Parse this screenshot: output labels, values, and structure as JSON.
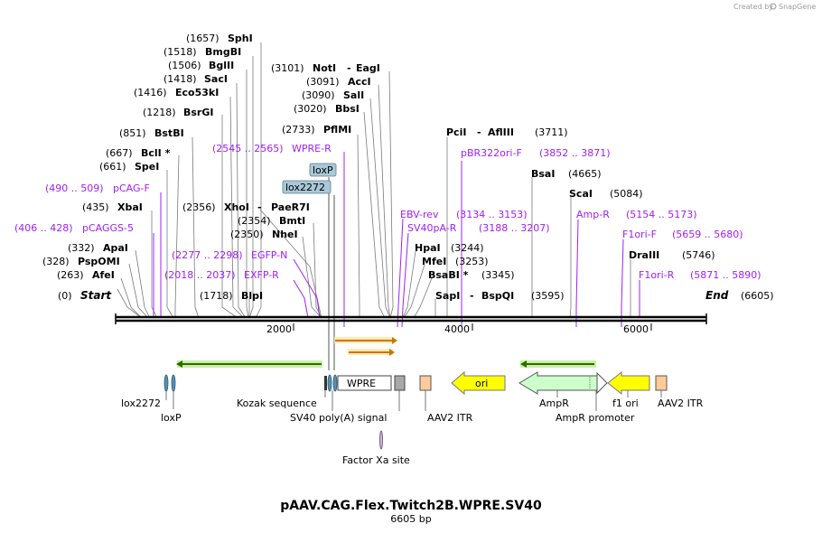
{
  "credit": {
    "prefix": "Created by",
    "app": "SnapGene"
  },
  "title": "pAAV.CAG.Flex.Twitch2B.WPRE.SV40",
  "subtitle": "6605 bp",
  "axis_ticks": [
    "2000",
    "4000",
    "6000"
  ],
  "markers": {
    "start": {
      "pos": "(0)",
      "name": "Start"
    },
    "end": {
      "name": "End",
      "pos": "(6605)"
    }
  },
  "enzymes_left": [
    {
      "pos": "(1657)",
      "name": "SphI"
    },
    {
      "pos": "(1518)",
      "name": "BmgBI"
    },
    {
      "pos": "(1506)",
      "name": "BglII"
    },
    {
      "pos": "(1418)",
      "name": "SacI"
    },
    {
      "pos": "(1416)",
      "name": "Eco53kI"
    },
    {
      "pos": "(1218)",
      "name": "BsrGI"
    },
    {
      "pos": "(851)",
      "name": "BstBI"
    },
    {
      "pos": "(667)",
      "name": "BclI *"
    },
    {
      "pos": "(661)",
      "name": "SpeI"
    },
    {
      "pos": "(435)",
      "name": "XbaI"
    },
    {
      "pos": "(332)",
      "name": "ApaI"
    },
    {
      "pos": "(328)",
      "name": "PspOMI"
    },
    {
      "pos": "(263)",
      "name": "AfeI"
    },
    {
      "pos": "(2356)",
      "name": "XhoI",
      "name2": "PaeR7I"
    },
    {
      "pos": "(2354)",
      "name": "BmtI"
    },
    {
      "pos": "(2350)",
      "name": "NheI"
    },
    {
      "pos": "(1718)",
      "name": "BlpI"
    }
  ],
  "enzymes_mid": [
    {
      "pos": "(3101)",
      "name": "NotI",
      "name2": "EagI"
    },
    {
      "pos": "(3091)",
      "name": "AccI"
    },
    {
      "pos": "(3090)",
      "name": "SalI"
    },
    {
      "pos": "(3020)",
      "name": "BbsI"
    },
    {
      "pos": "(2733)",
      "name": "PflMI"
    }
  ],
  "enzymes_right": [
    {
      "name": "PciI",
      "name2": "AflIII",
      "pos": "(3711)"
    },
    {
      "name": "BsaI",
      "pos": "(4665)"
    },
    {
      "name": "ScaI",
      "pos": "(5084)"
    },
    {
      "name": "HpaI",
      "pos": "(3244)"
    },
    {
      "name": "MfeI",
      "pos": "(3253)"
    },
    {
      "name": "BsaBI *",
      "pos": "(3345)"
    },
    {
      "name": "SapI",
      "name2": "BspQI",
      "pos": "(3595)"
    },
    {
      "name": "DraIII",
      "pos": "(5746)"
    }
  ],
  "primers": [
    {
      "range": "(490 .. 509)",
      "name": "pCAG-F"
    },
    {
      "range": "(406 .. 428)",
      "name": "pCAGGS-5"
    },
    {
      "range": "(2545 .. 2565)",
      "name": "WPRE-R"
    },
    {
      "range": "(2277 .. 2298)",
      "name": "EGFP-N"
    },
    {
      "range": "(2018 .. 2037)",
      "name": "EXFP-R"
    },
    {
      "name": "pBR322ori-F",
      "range": "(3852 .. 3871)"
    },
    {
      "name": "EBV-rev",
      "range": "(3134 .. 3153)"
    },
    {
      "name": "SV40pA-R",
      "range": "(3188 .. 3207)"
    },
    {
      "name": "Amp-R",
      "range": "(5154 .. 5173)"
    },
    {
      "name": "F1ori-F",
      "range": "(5659 .. 5680)"
    },
    {
      "name": "F1ori-R",
      "range": "(5871 .. 5890)"
    }
  ],
  "boxed_labels": [
    "loxP",
    "lox2272"
  ],
  "features": {
    "wpre": "WPRE",
    "ori": "ori",
    "lox2272": "lox2272",
    "loxp": "loxP",
    "kozak": "Kozak sequence",
    "sv40": "SV40 poly(A) signal",
    "aav2_itr_1": "AAV2 ITR",
    "factor_xa": "Factor Xa site",
    "ampr": "AmpR",
    "ampr_promoter": "AmpR promoter",
    "f1_ori": "f1 ori",
    "aav2_itr_2": "AAV2 ITR"
  },
  "colors": {
    "primer": "#a020f0",
    "green_arrow": "#2f6b00",
    "green_halo": "#c9efa6",
    "orange_arrow": "#c87800",
    "ori_fill": "#ffff00",
    "ampr_fill": "#ccffcc",
    "itr_fill": "#ffcc99",
    "lox_fill": "#5a8fb0",
    "box_fill": "#a9c8d8"
  }
}
